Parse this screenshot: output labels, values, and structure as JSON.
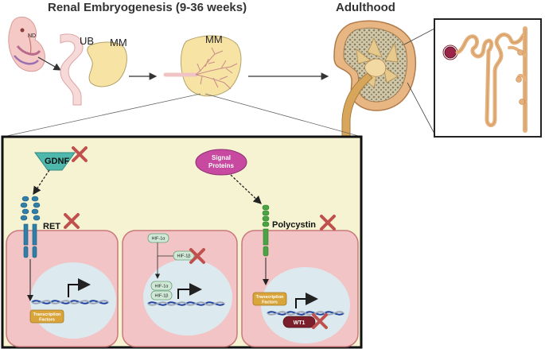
{
  "header": {
    "title_left": "Renal Embryogenesis (9-36 weeks)",
    "title_right": "Adulthood"
  },
  "labels": {
    "nd": "ND",
    "ub": "UB",
    "mm_first": "MM",
    "mm_second": "MM"
  },
  "pathways": {
    "gdnf": "GDNF",
    "ret": "RET",
    "signal_proteins_line1": "Signal",
    "signal_proteins_line2": "Proteins",
    "polycystin": "Polycystin",
    "hif_1a_top": "HIF-1α",
    "hif_1b_top": "HIF-1β",
    "hif_1a_bottom": "HIF-1α",
    "hif_1b_bottom": "HIF-1β",
    "tf_left_line1": "Transcription",
    "tf_left_line2": "Factors",
    "tf_right_line1": "Transcription",
    "tf_right_line2": "Factors",
    "wt1": "WT1"
  },
  "colors": {
    "panel_bg": "#f6f3d2",
    "cell_fill": "#f2c4c6",
    "cell_stroke": "#c9787c",
    "nucleus": "#dce9ef",
    "cross": "#c0504d",
    "gdnf": "#4fb8ad",
    "ret": "#2f7fa8",
    "polycystin": "#4aa444",
    "signal": "#c84aa0",
    "tf": "#d9a43a",
    "wt1": "#7a1f2b",
    "dna": "#1f3f9a",
    "kidney": "#e8b683"
  }
}
